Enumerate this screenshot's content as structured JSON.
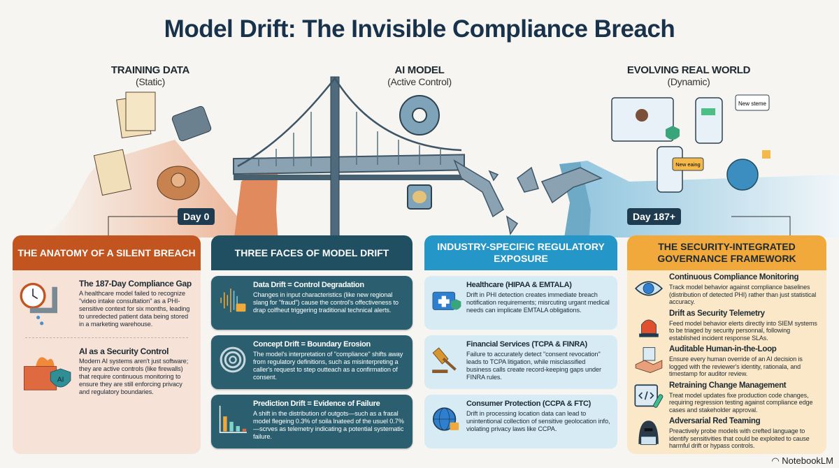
{
  "title": "Model Drift: The Invisible Compliance Breach",
  "scene": {
    "left": {
      "label": "TRAINING DATA",
      "sub": "(Static)"
    },
    "center": {
      "label": "AI MODEL",
      "sub": "(Active Control)"
    },
    "right": {
      "label": "EVOLVING REAL WORLD",
      "sub": "(Dynamic)"
    },
    "badge_left": "Day 0",
    "badge_right": "Day 187+",
    "bubble_1": "New steme",
    "bubble_2": "New eaing"
  },
  "colors": {
    "orange": "#c2541f",
    "teal": "#1f4f61",
    "blue": "#2596c8",
    "amber": "#f2a93b",
    "navy": "#17324a"
  },
  "panels": [
    {
      "header": "THE ANATOMY OF A SILENT BREACH",
      "items": [
        {
          "icon": "clock-leaking-pipe-icon",
          "title": "The 187-Day Compliance Gap",
          "text": "A healthcare model failed to recognize \"video intake consultation\" as a PHI-sensitive context for six months, leading to unredected patient data being stored in a marketing warehouse."
        },
        {
          "icon": "firewall-ai-shield-icon",
          "title": "AI as a Security Control",
          "text": "Modern AI systems aren't just software; they are active controls (like firewalls) that require continuous monitoring to ensure they are still enforcing privacy and regulatory boundaries."
        }
      ]
    },
    {
      "header": "THREE FACES OF MODEL DRIFT",
      "items": [
        {
          "icon": "waveform-lock-icon",
          "title": "Data Drift = Control Degradation",
          "text": "Changes in input characteristics (like new regional slang for \"fraud\") cause the control's offectiveness to drap colfheut triggering traditional technical alerts."
        },
        {
          "icon": "concentric-rings-icon",
          "title": "Concept Drift = Boundary Erosion",
          "text": "The model's interpretation of \"compliance\" shifts away from regulatory definitions, such as misinterpreting a caller's request to step outteach as a confirmation of consent."
        },
        {
          "icon": "declining-bar-chart-icon",
          "title": "Prediction Drift = Evidence of Failure",
          "text": "A shift in the distribution of outgots—such as a fraɛal model flegeing 0.3% of soila lnateed of the usuel 0.7%—scrves as telemetry indicating a potential systematic failure."
        }
      ]
    },
    {
      "header": "INDUSTRY-SPECIFIC REGULATORY EXPOSURE",
      "items": [
        {
          "icon": "medical-kit-shield-icon",
          "title": "Healthcare (HIPAA & EMTALA)",
          "text": "Drift in PHI detection creates immediate breach notification requirements; misrcuting urgant medical needs can implicate EMTALA obligations."
        },
        {
          "icon": "gavel-icon",
          "title": "Financial Services (TCPA & FINRA)",
          "text": "Failure to accurately detect \"consent revocation\" leads to TCPA litigation, while misclassified business calls create record-keeping gaps under FINRA rules."
        },
        {
          "icon": "globe-lock-icon",
          "title": "Consumer Protection (CCPA & FTC)",
          "text": "Drift in processing location data can lead to unintentional collection of sensitive geolocation info, violating privacy laws like CCPA."
        }
      ]
    },
    {
      "header": "THE SECURITY-INTEGRATED GOVERNANCE FRAMEWORK",
      "items": [
        {
          "icon": "eye-gear-icon",
          "title": "Continuous Compliance Monitoring",
          "text": "Track model behavior against compliance baselines (distribution of detected PHI) rather than just statistical accuracy."
        },
        {
          "icon": "alarm-siren-icon",
          "title": "Drift as Security Telemetry",
          "text": "Feed model behavior elerts directly into SIEM systems to be triaged by security personnal, following established incident response SLAs."
        },
        {
          "icon": "handshake-document-icon",
          "title": "Auditable Human-in-the-Loop",
          "text": "Ensure every human override of an AI decision is logged with the reviewer's identity, rationala, and timestamp for auditor review."
        },
        {
          "icon": "code-window-test-tube-icon",
          "title": "Retraining Change Management",
          "text": "Treat model updates fixe production code changes, requiring regression testing against compliance edge cases and stakeholder approval."
        },
        {
          "icon": "hooded-hacker-laptop-icon",
          "title": "Adversarial Red Teaming",
          "text": "Preactively probe models with crefted language to identify sensitivities that could be exploited to cause harmful drift or hypass controls."
        }
      ]
    }
  ],
  "watermark": "NotebookLM"
}
